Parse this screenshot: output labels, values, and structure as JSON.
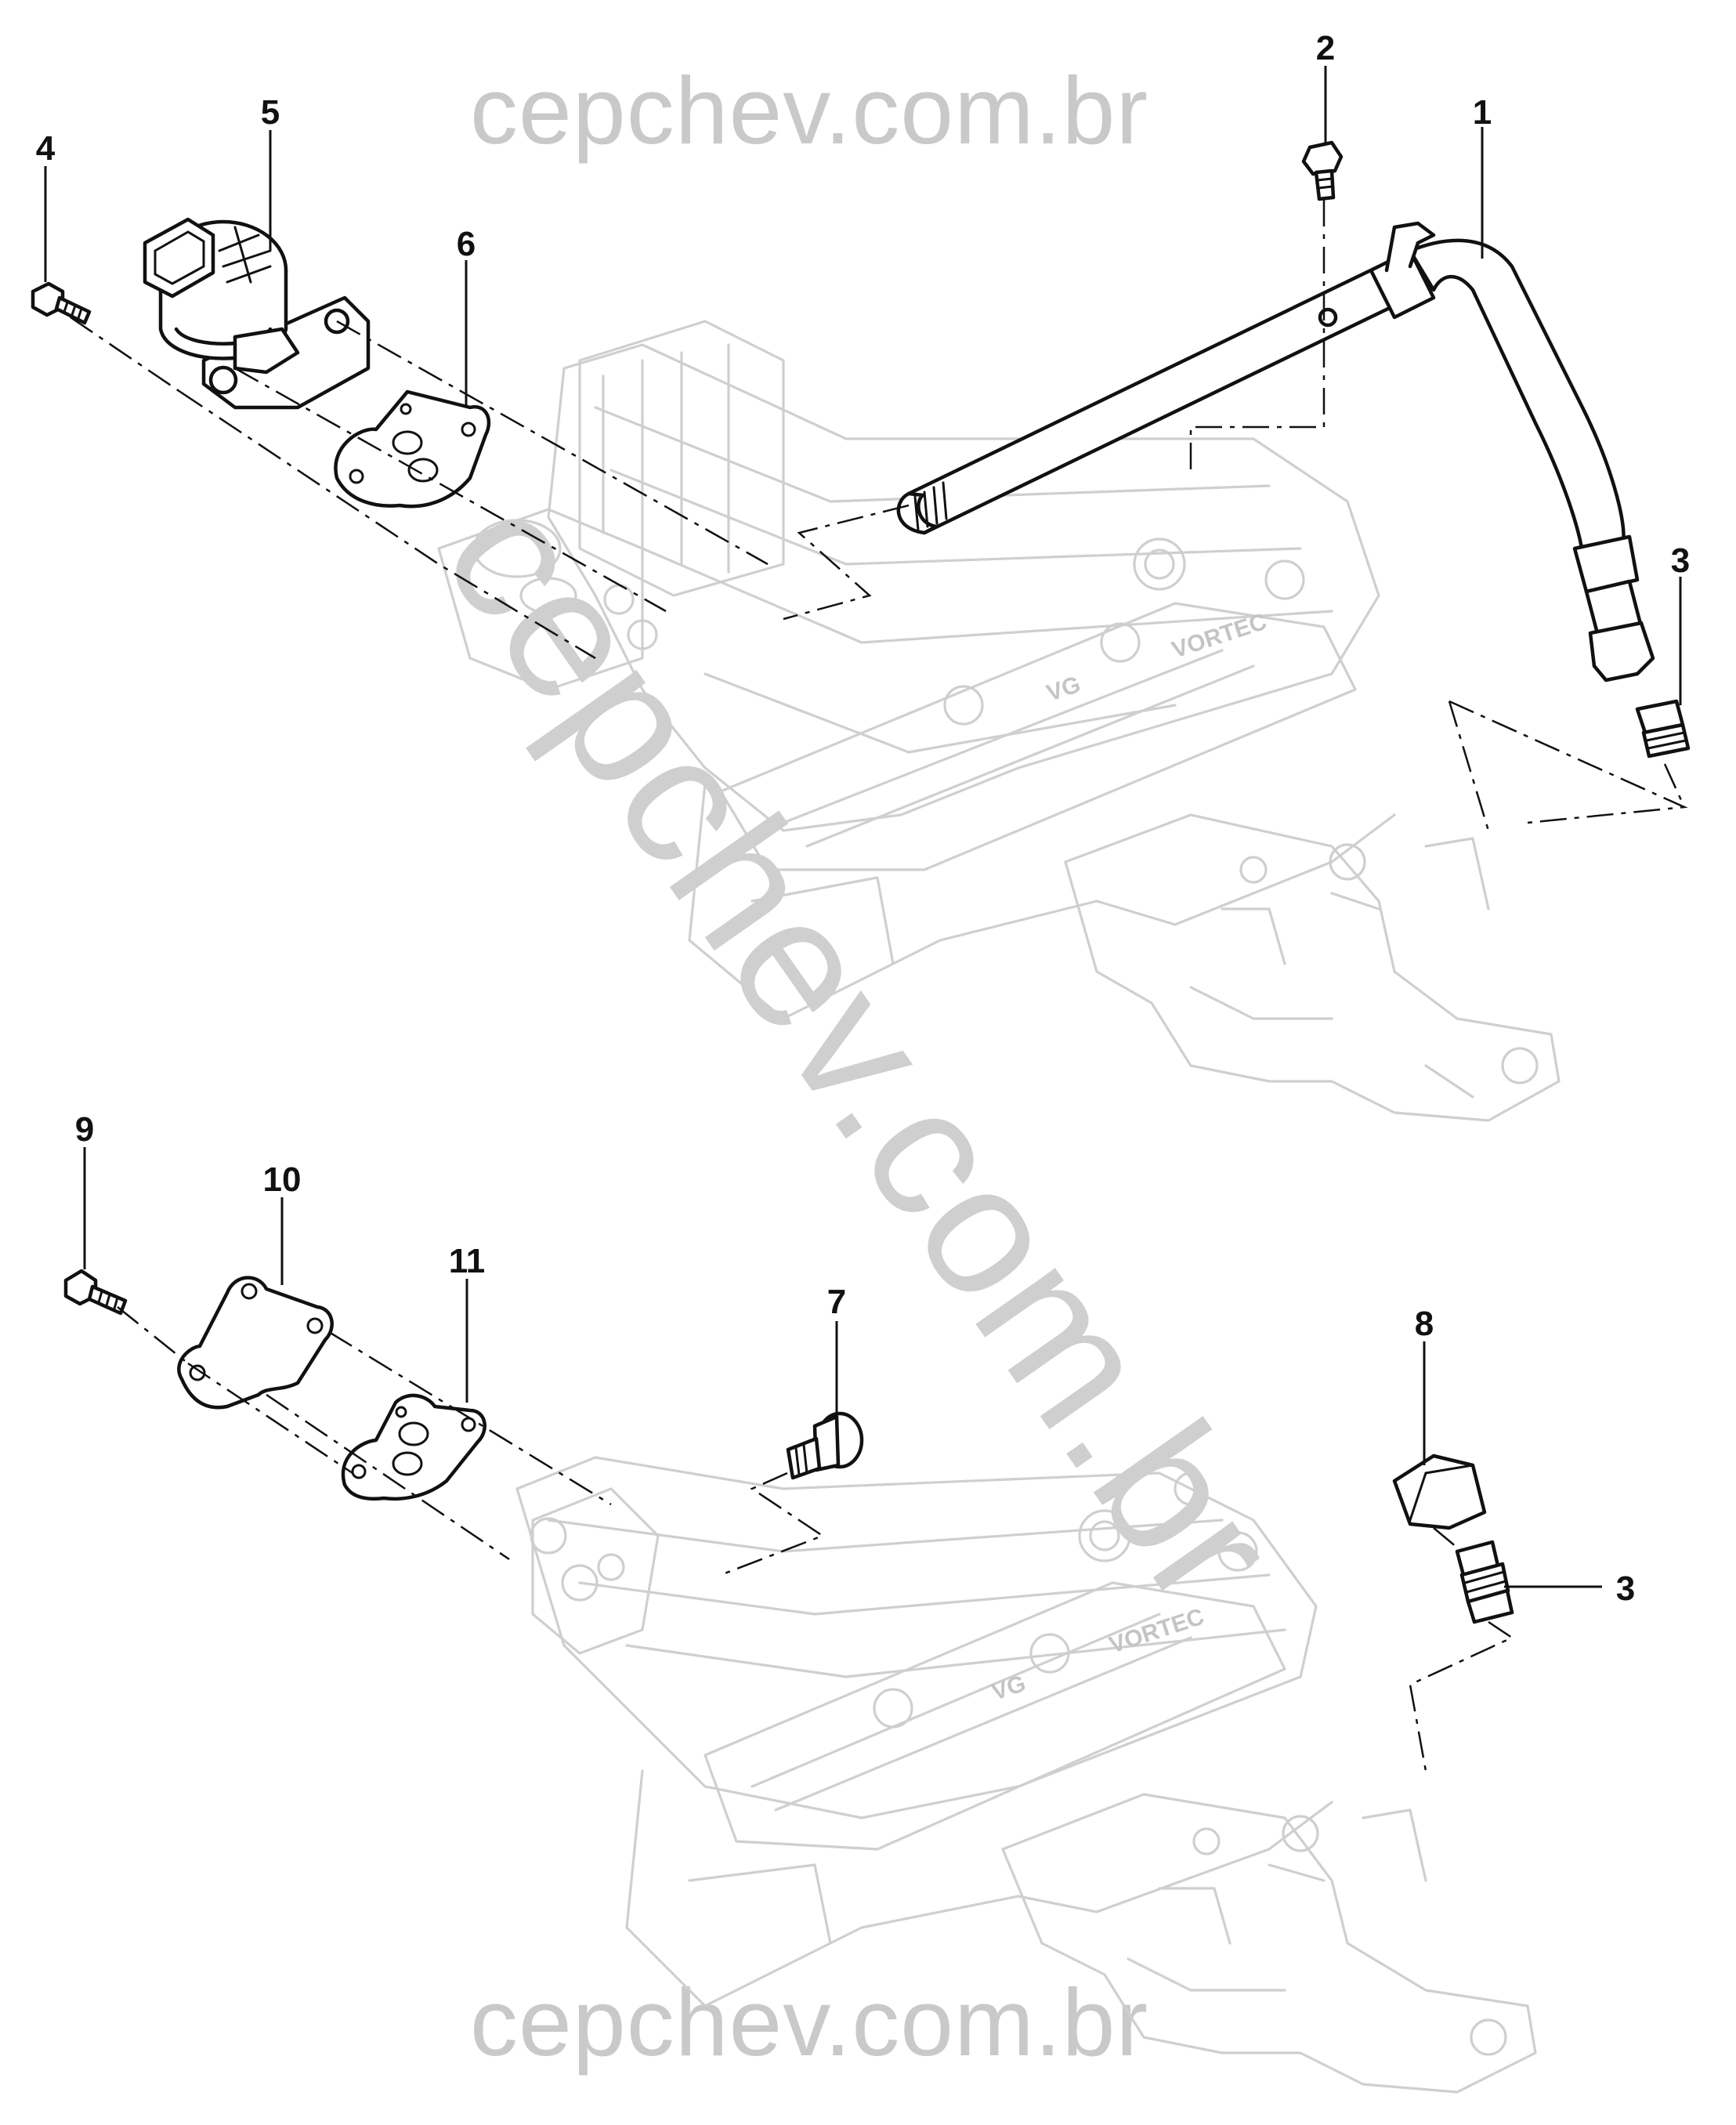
{
  "watermarks": {
    "top": "cepchev.com.br",
    "bottom": "cepchev.com.br",
    "diagonal": "cepchev.com.br"
  },
  "engine_stamps": {
    "v6": "VG",
    "vortec": "VORTEC"
  },
  "callouts": {
    "c1": "1",
    "c2": "2",
    "c3_top": "3",
    "c3_bottom": "3",
    "c4": "4",
    "c5": "5",
    "c6": "6",
    "c7": "7",
    "c8": "8",
    "c9": "9",
    "c10": "10",
    "c11": "11"
  }
}
